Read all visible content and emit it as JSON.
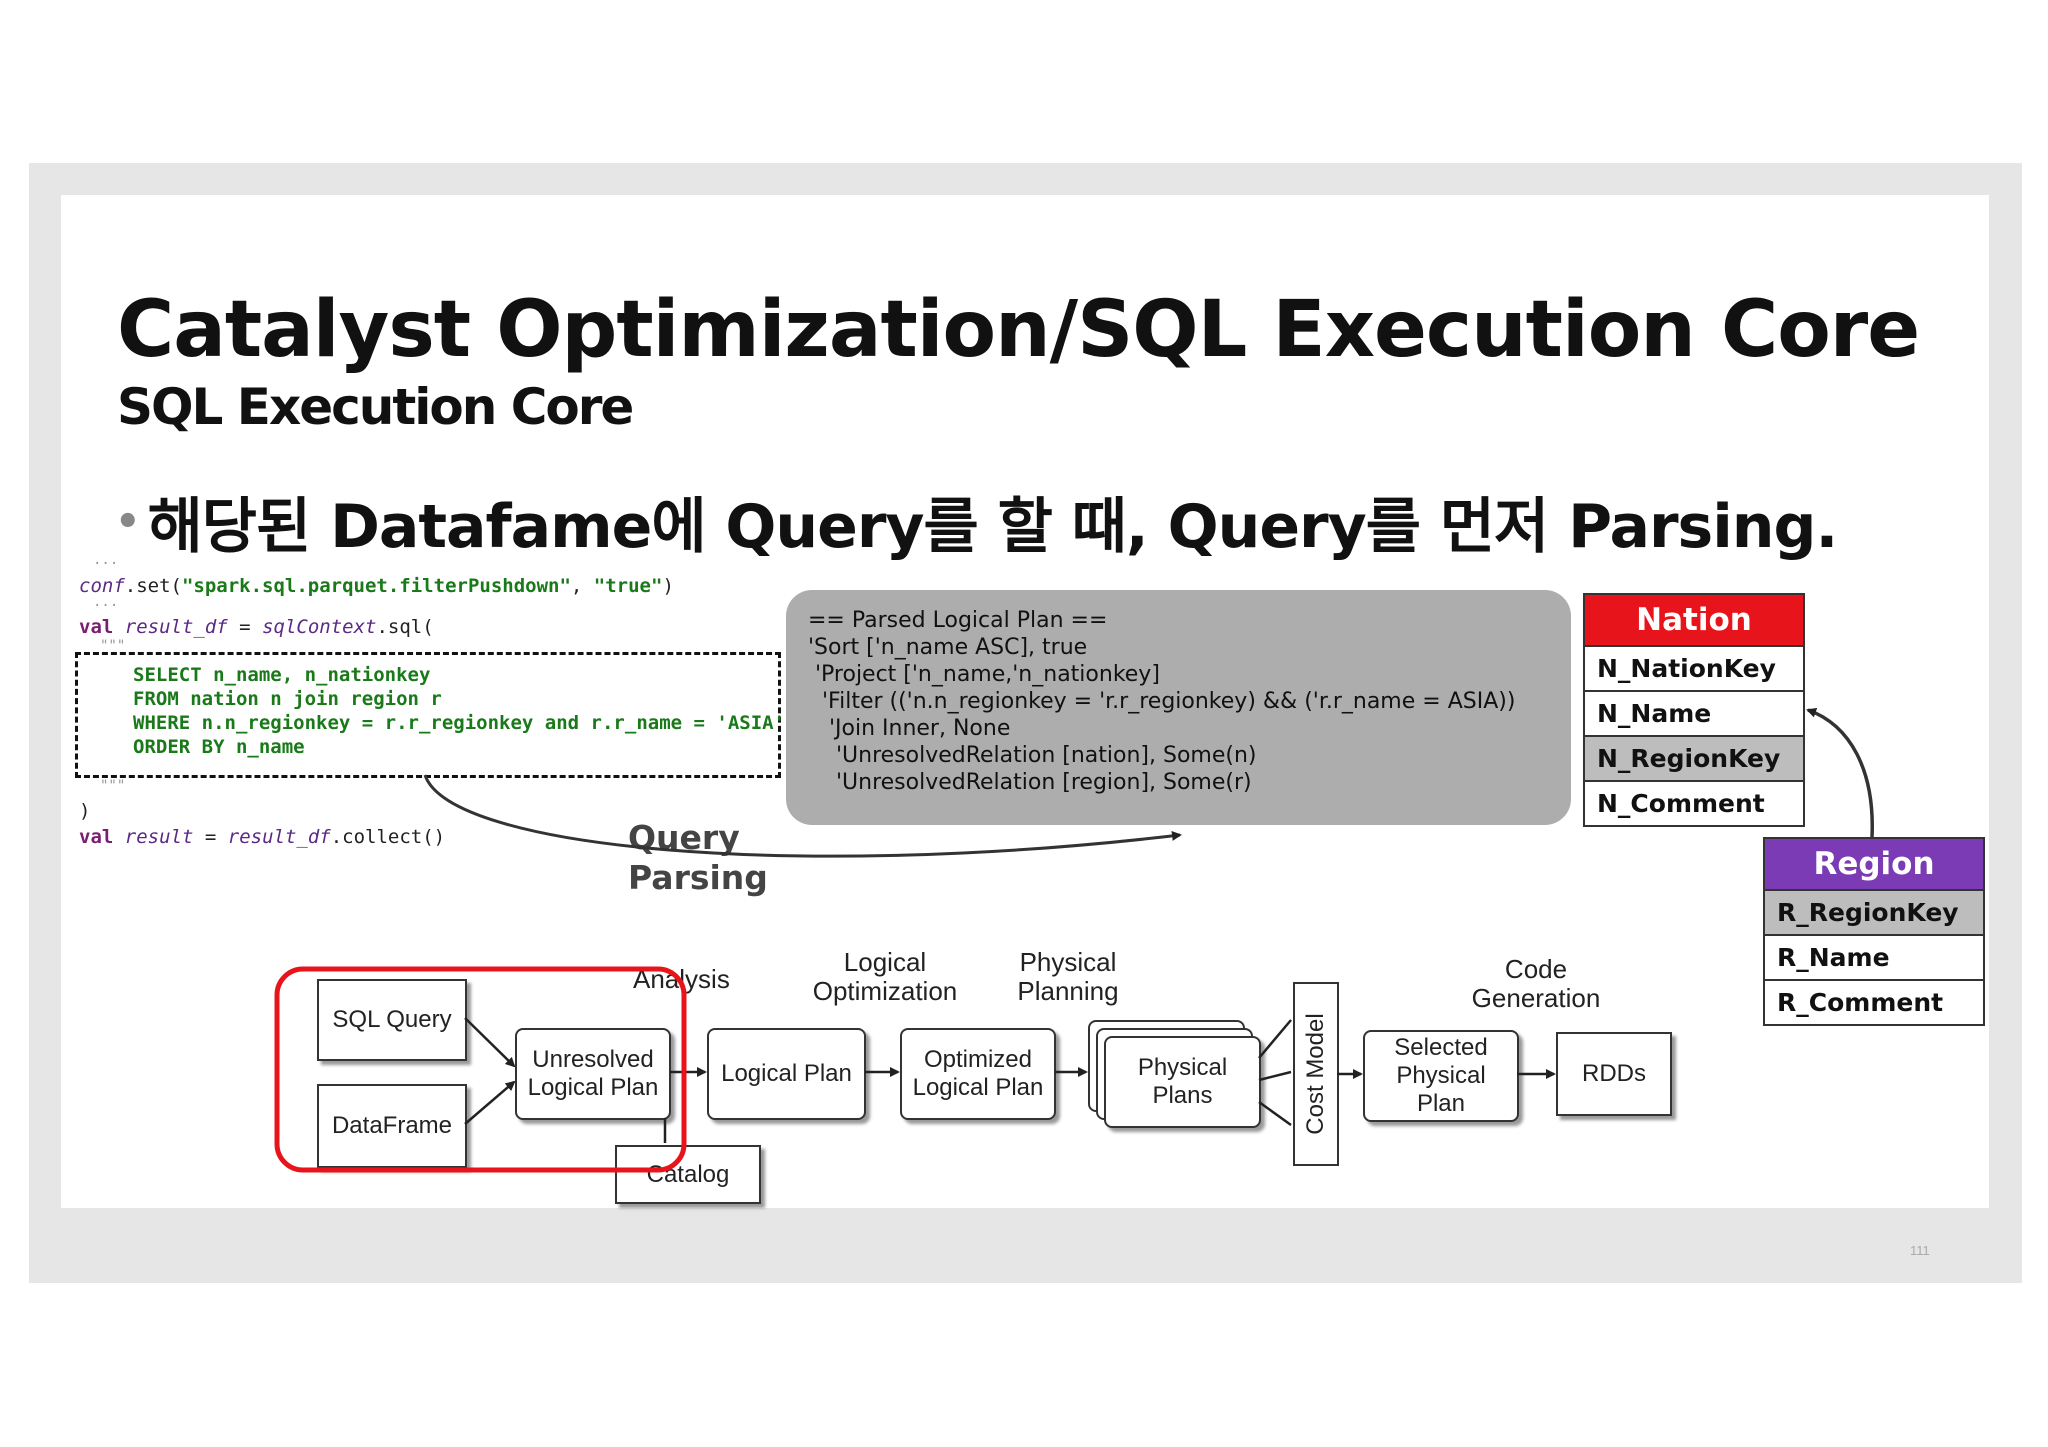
{
  "slide": {
    "title": "Catalyst Optimization/SQL Execution Core",
    "subtitle": "SQL Execution Core",
    "bullet": "해당된 Datafame에  Query를 할 때, Query를 먼저 Parsing.",
    "page_number": "111"
  },
  "code": {
    "ellipsis": "...",
    "line1_obj": "conf",
    "line1_call": ".set(",
    "line1_arg1": "\"spark.sql.parquet.filterPushdown\"",
    "line1_sep": ", ",
    "line1_arg2": "\"true\"",
    "line1_end": ")",
    "line2_kw": "val",
    "line2_var": "result_df",
    "line2_eq": " = ",
    "line2_obj": "sqlContext",
    "line2_call": ".sql(",
    "triple_quote": "\"\"\"",
    "sql": [
      "SELECT n_name, n_nationkey",
      "FROM nation n join region r",
      "WHERE n.n_regionkey = r.r_regionkey and r.r_name = 'ASIA'",
      "ORDER BY n_name"
    ],
    "close_paren": ")",
    "line3_kw": "val",
    "line3_var": "result",
    "line3_eq": " = ",
    "line3_obj": "result_df",
    "line3_call": ".collect()"
  },
  "parsed_plan": [
    "== Parsed Logical Plan ==",
    "'Sort ['n_name ASC], true",
    " 'Project ['n_name,'n_nationkey]",
    "  'Filter (('n.n_regionkey = 'r.r_regionkey) && ('r.r_name = ASIA))",
    "   'Join Inner, None",
    "    'UnresolvedRelation [nation], Some(n)",
    "    'UnresolvedRelation [region], Some(r)"
  ],
  "query_parsing_label": [
    "Query",
    "Parsing"
  ],
  "nation_table": {
    "header": "Nation",
    "header_color": "#e8141b",
    "rows": [
      "N_NationKey",
      "N_Name",
      "N_RegionKey",
      "N_Comment"
    ]
  },
  "region_table": {
    "header": "Region",
    "header_color": "#7a3bb5",
    "rows": [
      "R_RegionKey",
      "R_Name",
      "R_Comment"
    ]
  },
  "pipeline": {
    "stages": {
      "analysis": "Analysis",
      "logical_optimization": [
        "Logical",
        "Optimization"
      ],
      "physical_planning": [
        "Physical",
        "Planning"
      ],
      "code_generation": [
        "Code",
        "Generation"
      ]
    },
    "boxes": {
      "sql_query": "SQL Query",
      "dataframe": "DataFrame",
      "unresolved_logical_plan": [
        "Unresolved",
        "Logical Plan"
      ],
      "logical_plan": "Logical Plan",
      "optimized_logical_plan": [
        "Optimized",
        "Logical Plan"
      ],
      "physical_plans": [
        "Physical",
        "Plans"
      ],
      "cost_model": "Cost Model",
      "selected_physical_plan": [
        "Selected",
        "Physical",
        "Plan"
      ],
      "rdds": "RDDs",
      "catalog": "Catalog"
    },
    "highlight_color": "#e8141b"
  }
}
